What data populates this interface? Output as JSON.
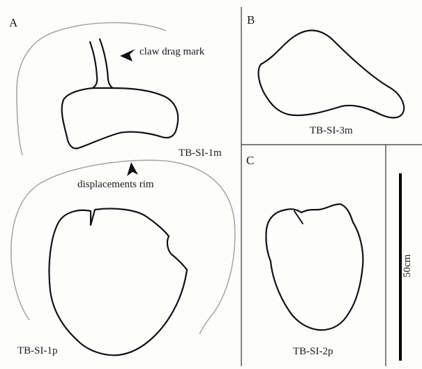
{
  "panels": {
    "a": "A",
    "b": "B",
    "c": "C"
  },
  "specimens": {
    "a_upper": "TB-SI-1m",
    "a_lower": "TB-SI-1p",
    "b": "TB-SI-3m",
    "c": "TB-SI-2p"
  },
  "annotations": {
    "claw": "claw drag mark",
    "rim": "displacements rim"
  },
  "scale_bar": {
    "label": "50cm"
  },
  "colors": {
    "outline": "#111111",
    "rim": "#a8a8a8",
    "divider": "#333333"
  }
}
